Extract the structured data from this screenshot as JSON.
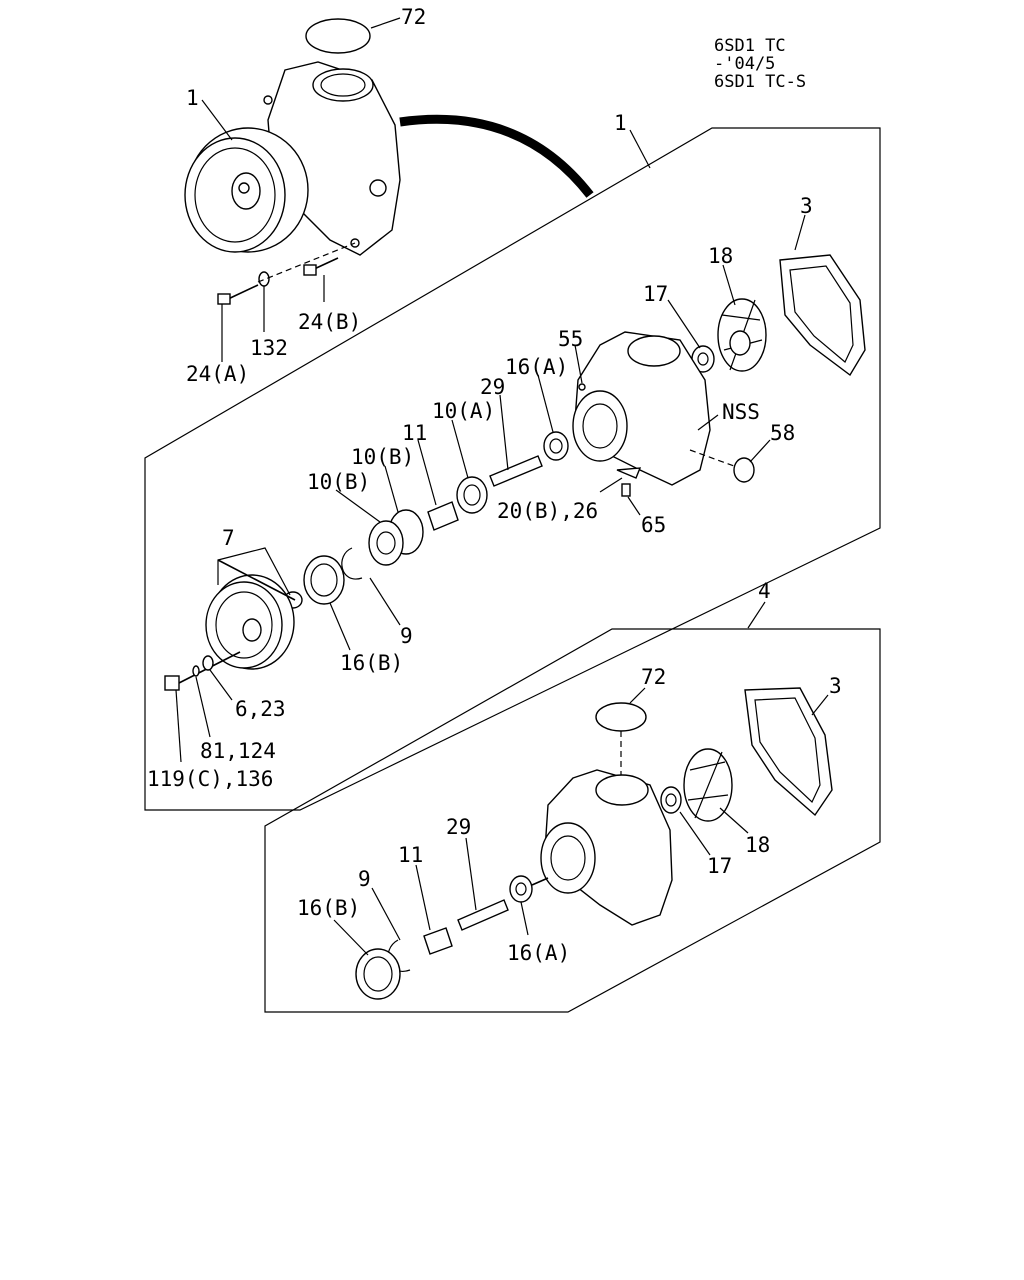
{
  "model_info": {
    "line1": "6SD1 TC",
    "line2": "-'04/5",
    "line3": "6SD1 TC-S"
  },
  "callouts": {
    "top_o_ring": "72",
    "top_pump_assembly": "1",
    "kit_box_ref": "1",
    "bolt_a": "24(A)",
    "washer": "132",
    "bolt_b": "24(B)",
    "gasket_upper": "3",
    "impeller_upper": "18",
    "seal_upper": "17",
    "plug_55": "55",
    "seal_16a_upper": "16(A)",
    "shaft_29_upper": "29",
    "bearing_10a": "10(A)",
    "spacer_11_upper": "11",
    "bearing_10b_1": "10(B)",
    "bearing_10b_2": "10(B)",
    "pulley_7": "7",
    "snap_ring_9_upper": "9",
    "seal_16b_upper": "16(B)",
    "nss": "NSS",
    "plug_58": "58",
    "gasket_20b_26": "20(B),26",
    "bolt_65": "65",
    "washer_6_23": "6,23",
    "washer_81_124": "81,124",
    "bolt_119c_136": "119(C),136",
    "lower_kit_ref": "4",
    "o_ring_72_lower": "72",
    "gasket_lower": "3",
    "impeller_lower": "18",
    "seal_17_lower": "17",
    "shaft_29_lower": "29",
    "spacer_11_lower": "11",
    "snap_ring_9_lower": "9",
    "seal_16b_lower": "16(B)",
    "seal_16a_lower": "16(A)"
  }
}
